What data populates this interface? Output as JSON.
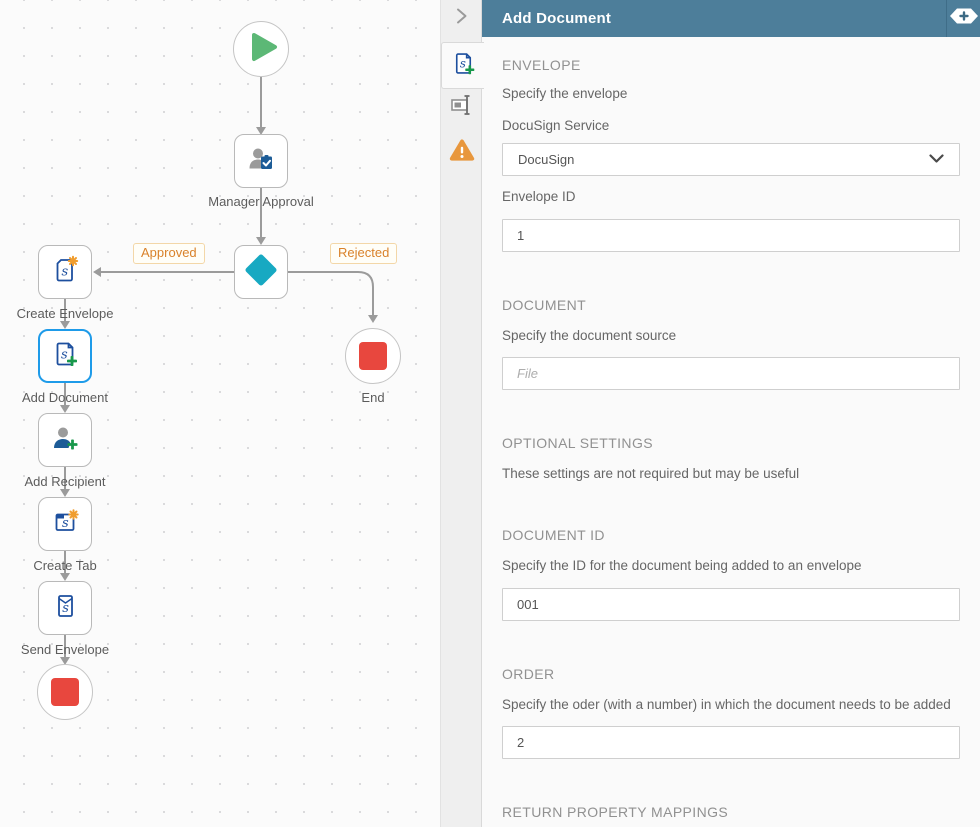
{
  "canvas": {
    "nodes": {
      "manager_approval": {
        "label": "Manager Approval"
      },
      "create_envelope": {
        "label": "Create Envelope"
      },
      "add_document": {
        "label": "Add Document"
      },
      "add_recipient": {
        "label": "Add Recipient"
      },
      "create_tab": {
        "label": "Create Tab"
      },
      "send_envelope": {
        "label": "Send Envelope"
      },
      "end": {
        "label": "End"
      }
    },
    "branches": {
      "approved": "Approved",
      "rejected": "Rejected"
    }
  },
  "panel": {
    "title": "Add Document",
    "envelope": {
      "heading": "ENVELOPE",
      "description": "Specify the envelope",
      "service_label": "DocuSign Service",
      "service_value": "DocuSign",
      "id_label": "Envelope ID",
      "id_value": "1"
    },
    "document": {
      "heading": "DOCUMENT",
      "description": "Specify the document source",
      "source_placeholder": "File"
    },
    "optional": {
      "heading": "OPTIONAL SETTINGS",
      "description": "These settings are not required but may be useful"
    },
    "document_id": {
      "heading": "DOCUMENT ID",
      "description": "Specify the ID for the document being added to an envelope",
      "value": "001"
    },
    "order": {
      "heading": "ORDER",
      "description": "Specify the oder (with a number) in which the document needs to be added",
      "value": "2"
    },
    "return_mappings": {
      "heading": "RETURN PROPERTY MAPPINGS"
    }
  },
  "icons": {
    "collapse_chevron": "›",
    "add_plus": "+",
    "warning": "!",
    "dropdown_chevron": "⌄"
  },
  "colors": {
    "header_bg": "#4d7e9a",
    "selected_node_border": "#1e9be9",
    "play_green": "#5cb876",
    "decision_teal": "#17a9c2",
    "end_red": "#e8473e",
    "warning_orange": "#e8973d",
    "branch_label_text": "#d9822b",
    "icon_navy": "#1d4f9e",
    "icon_body_blue": "#1d5c97",
    "plus_green": "#18984b",
    "connector_gray": "#9b9b9b"
  }
}
